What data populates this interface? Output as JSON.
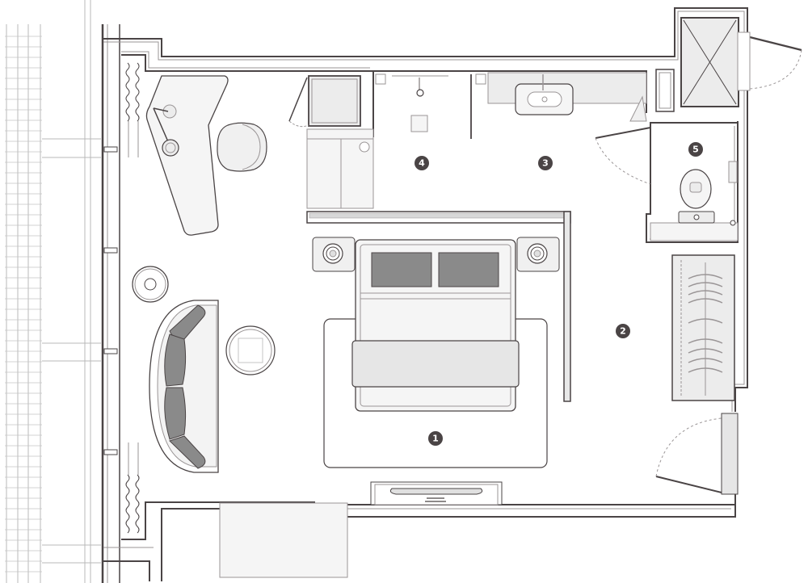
{
  "plan": {
    "type": "hotel room floor plan",
    "colors": {
      "wall": "#4a4445",
      "wall_light": "#9a9596",
      "fill_light": "#ececec",
      "fill_lighter": "#f5f5f5",
      "furniture_dark": "#8a8a8a",
      "marker": "#4a4445",
      "background": "#ffffff"
    },
    "markers": [
      {
        "id": "1",
        "label": "1",
        "area": "bedroom"
      },
      {
        "id": "2",
        "label": "2",
        "area": "entry-corridor-wardrobe"
      },
      {
        "id": "3",
        "label": "3",
        "area": "vanity-washbasin"
      },
      {
        "id": "4",
        "label": "4",
        "area": "shower"
      },
      {
        "id": "5",
        "label": "5",
        "area": "toilet"
      }
    ],
    "furniture": [
      "desk",
      "desk-lamp",
      "desk-chair",
      "side-table-round",
      "curved-sofa",
      "coffee-table-round",
      "king-bed",
      "pillow-left",
      "pillow-right",
      "bed-runner",
      "nightstand-left",
      "nightstand-right",
      "area-rug",
      "tv-console",
      "wardrobe",
      "minibar-cabinet",
      "washbasin",
      "toilet",
      "shower-drain",
      "curtains-left-top",
      "curtains-left-bottom",
      "entry-door",
      "bathroom-door",
      "service-door"
    ]
  }
}
